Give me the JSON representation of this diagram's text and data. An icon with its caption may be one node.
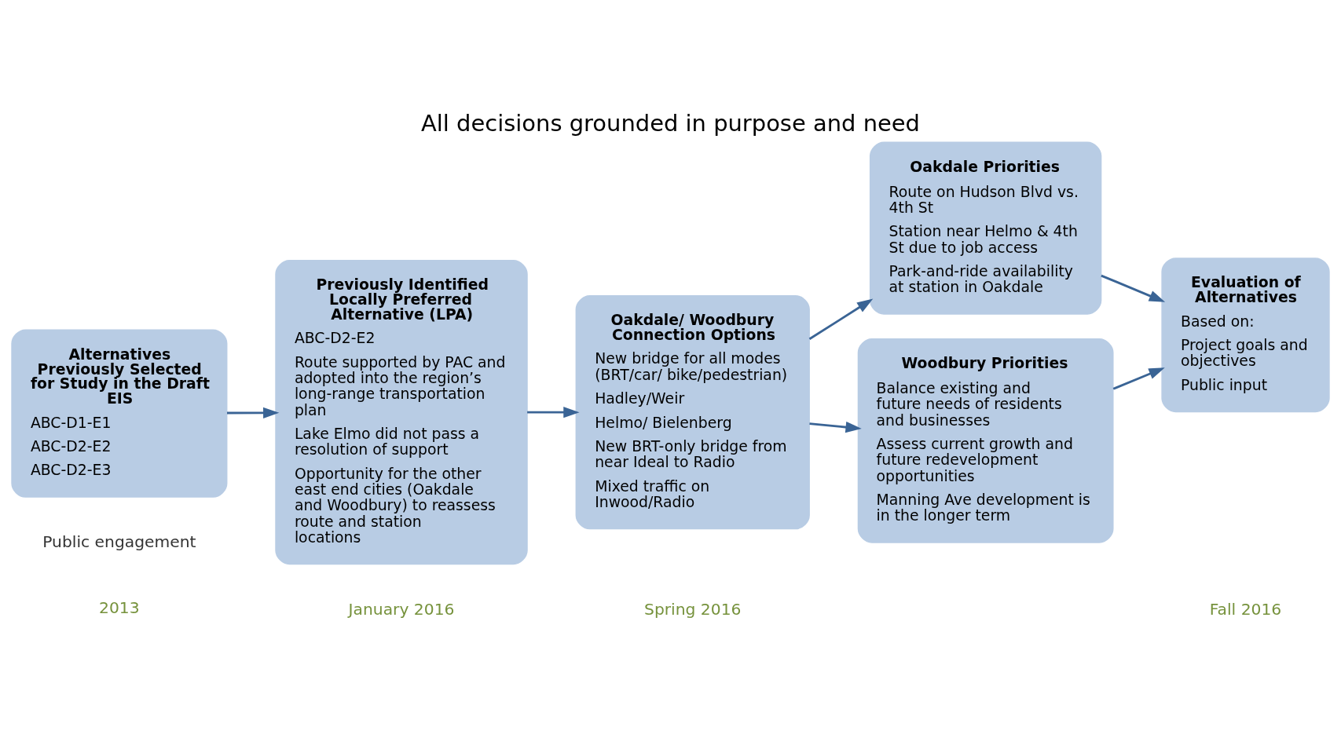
{
  "diagram": {
    "title": "All decisions grounded in purpose and need",
    "nodes": [
      {
        "text": [
          "Alternatives Previously Selected for Study in the Draft EIS",
          "ABC-D1-E1",
          "ABC-D2-E2",
          "ABC-D2-E3"
        ]
      },
      {
        "text": [
          "Previously Identified Locally Preferred Alternative (LPA)",
          "ABC-D2-E2",
          "Route supported by PAC and adopted into the region’s long-range transportation plan",
          "Lake Elmo did not pass a resolution of support",
          "Opportunity for the other east end cities (Oakdale and Woodbury) to reassess route and station locations"
        ]
      },
      {
        "text": [
          "Oakdale/ Woodbury Connection Options",
          "New bridge for all modes (BRT/car/ bike/pedestrian)",
          "Hadley/Weir",
          "Helmo/ Bielenberg",
          "New BRT-only bridge from near Ideal to Radio",
          "Mixed traffic on Inwood/Radio"
        ]
      },
      {
        "text": [
          "Oakdale Priorities",
          "Route on Hudson Blvd vs. 4th St",
          "Station near Helmo & 4th St due to job access",
          "Park-and-ride availability at station in Oakdale"
        ]
      },
      {
        "text": [
          "Woodbury Priorities",
          "Balance existing and future needs of residents and businesses",
          "Assess current growth and future redevelopment opportunities",
          "Manning Ave development is in the longer term"
        ]
      },
      {
        "text": [
          "Evaluation of Alternatives",
          "Based on:",
          "Project goals and objectives",
          "Public input"
        ]
      }
    ],
    "edges": [
      {
        "from": 0,
        "to": 1,
        "arrow": "to"
      },
      {
        "from": 1,
        "to": 2,
        "arrow": "to"
      },
      {
        "from": 2,
        "to": 3,
        "arrow": "to"
      },
      {
        "from": 2,
        "to": 4,
        "arrow": "to"
      },
      {
        "from": 3,
        "to": 5,
        "arrow": "to"
      },
      {
        "from": 4,
        "to": 5,
        "arrow": "to"
      }
    ],
    "labels": [
      "Public engagement",
      "2013",
      "January 2016",
      "Spring 2016",
      "Fall 2016"
    ]
  }
}
